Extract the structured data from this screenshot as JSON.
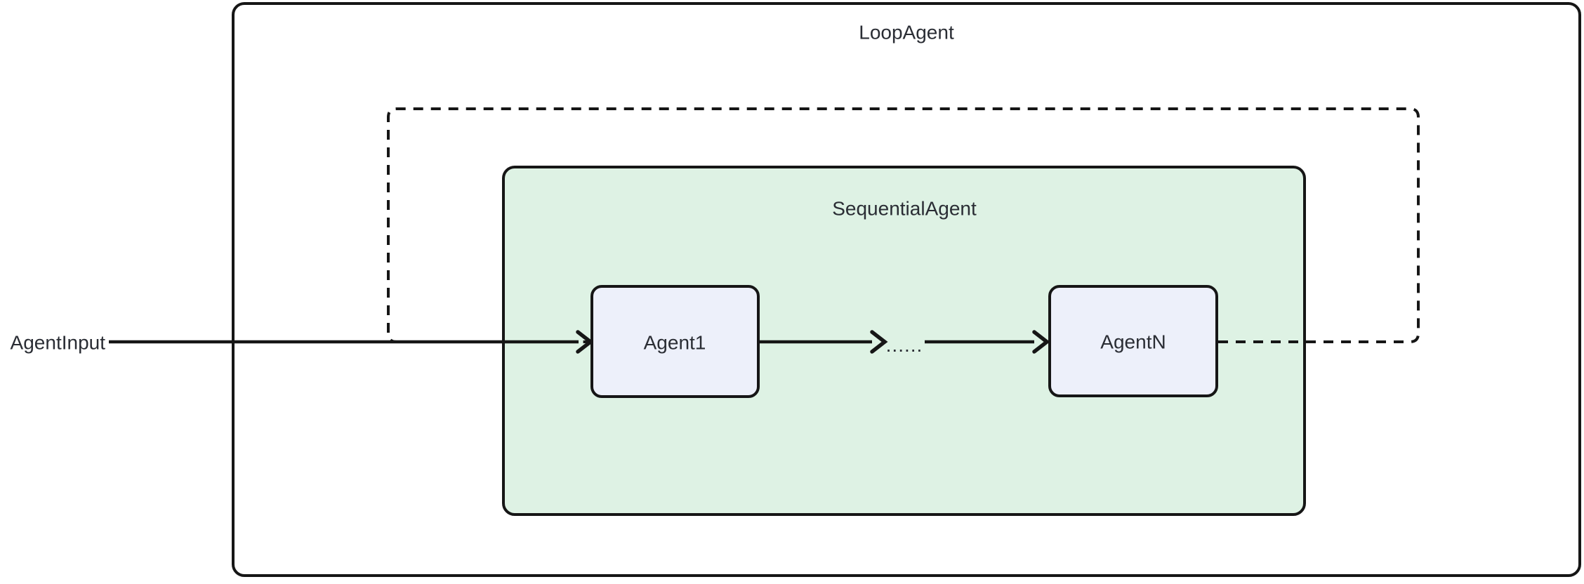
{
  "colors": {
    "canvas": "#ffffff",
    "container-fill": "#ffffff",
    "subgraph-fill": "#def2e4",
    "node-fill": "#edf0fa",
    "stroke": "#161616",
    "text": "#2a2d34"
  },
  "diagram": {
    "type": "flowchart-left-to-right",
    "outer_container": {
      "label": "LoopAgent"
    },
    "subgraph": {
      "label": "SequentialAgent"
    },
    "nodes": [
      {
        "id": "agent1",
        "label": "Agent1"
      },
      {
        "id": "agentN",
        "label": "AgentN"
      }
    ],
    "edges": [
      {
        "from": "AgentInput",
        "to": "Agent1",
        "label": "AgentInput",
        "style": "solid-arrow"
      },
      {
        "from": "Agent1",
        "to": "AgentN",
        "label": "......",
        "style": "solid-arrow"
      },
      {
        "from": "AgentN",
        "to": "Agent1",
        "label": "",
        "style": "dashed-loopback"
      }
    ]
  }
}
